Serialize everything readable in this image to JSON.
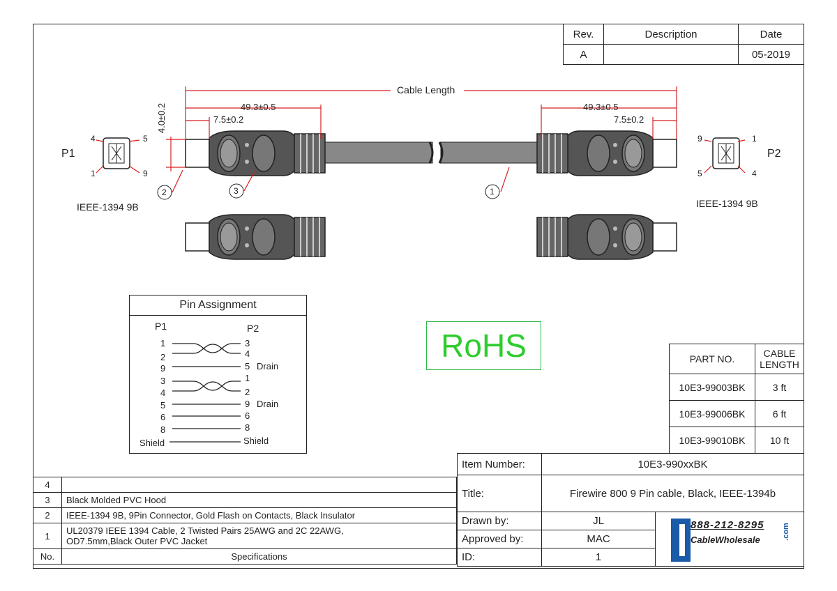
{
  "revision_table": {
    "headers": [
      "Rev.",
      "Description",
      "Date"
    ],
    "row": {
      "rev": "A",
      "description": "",
      "date": "05-2019"
    }
  },
  "drawing": {
    "cable_length_label": "Cable Length",
    "dim_overall_left": "49.3±0.5",
    "dim_overall_right": "49.3±0.5",
    "dim_tip_left": "7.5±0.2",
    "dim_tip_right": "7.5±0.2",
    "dim_height": "4.0±0.2",
    "p1_label": "P1",
    "p2_label": "P2",
    "p1_standard": "IEEE-1394 9B",
    "p2_standard": "IEEE-1394 9B",
    "p1_pins": [
      "4",
      "5",
      "1",
      "9"
    ],
    "p2_pins": [
      "9",
      "1",
      "5",
      "4"
    ],
    "callouts": [
      "2",
      "3",
      "1"
    ]
  },
  "pin_assignment": {
    "title": "Pin Assignment",
    "p1_header": "P1",
    "p2_header": "P2",
    "rows": [
      {
        "p1": "1",
        "p2": "3",
        "note": ""
      },
      {
        "p1": "2",
        "p2": "4",
        "note": ""
      },
      {
        "p1": "9",
        "p2": "5",
        "note": "Drain"
      },
      {
        "p1": "3",
        "p2": "1",
        "note": ""
      },
      {
        "p1": "4",
        "p2": "2",
        "note": ""
      },
      {
        "p1": "5",
        "p2": "9",
        "note": "Drain"
      },
      {
        "p1": "6",
        "p2": "6",
        "note": ""
      },
      {
        "p1": "8",
        "p2": "8",
        "note": ""
      },
      {
        "p1": "Shield",
        "p2": "Shield",
        "note": ""
      }
    ]
  },
  "rohs": "RoHS",
  "parts_table": {
    "headers": [
      "PART NO.",
      "CABLE LENGTH"
    ],
    "rows": [
      {
        "part": "10E3-99003BK",
        "length": "3 ft"
      },
      {
        "part": "10E3-99006BK",
        "length": "6 ft"
      },
      {
        "part": "10E3-99010BK",
        "length": "10 ft"
      }
    ]
  },
  "info": {
    "item_number_label": "Item Number:",
    "item_number": "10E3-990xxBK",
    "title_label": "Title:",
    "title": "Firewire 800 9 Pin cable, Black, IEEE-1394b",
    "drawn_by_label": "Drawn by:",
    "drawn_by": "JL",
    "approved_by_label": "Approved by:",
    "approved_by": "MAC",
    "id_label": "ID:",
    "id": "1",
    "logo_phone": "888-212-8295",
    "logo_name": "CableWholesale",
    "logo_com": ".com"
  },
  "specs": {
    "rows": [
      {
        "no": "4",
        "text": ""
      },
      {
        "no": "3",
        "text": "Black Molded PVC Hood"
      },
      {
        "no": "2",
        "text": "IEEE-1394 9B, 9Pin Connector,  Gold Flash on Contacts, Black Insulator"
      },
      {
        "no": "1",
        "text": "UL20379 IEEE 1394 Cable,  2 Twisted Pairs 25AWG and 2C 22AWG,",
        "text2": "OD7.5mm,Black Outer PVC Jacket"
      }
    ],
    "footer_no": "No.",
    "footer_label": "Specifications"
  },
  "colors": {
    "line": "#222222",
    "red": "#d62020",
    "rohs": "#2ecc2e",
    "logo_blue": "#1a5aa8"
  }
}
